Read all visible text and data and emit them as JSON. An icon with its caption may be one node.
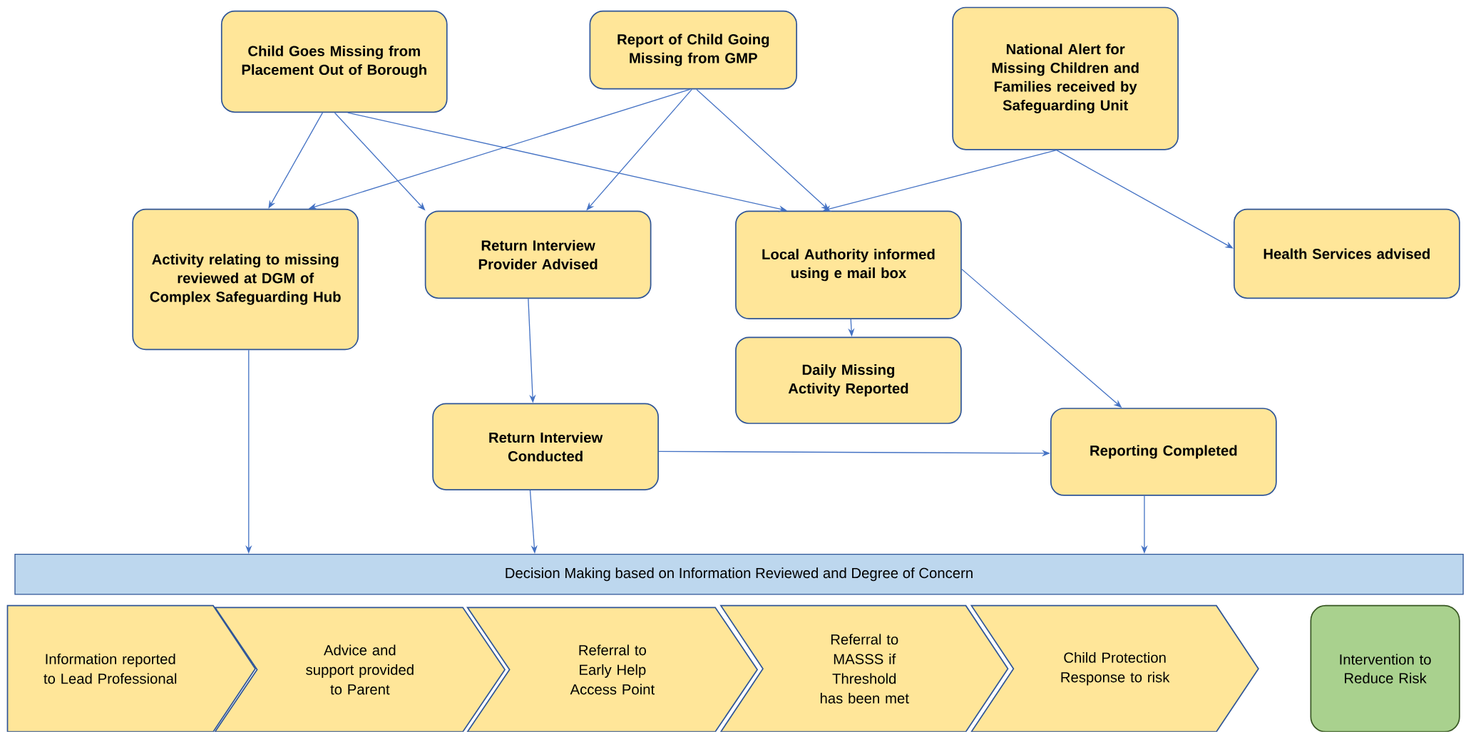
{
  "diagram": {
    "nodes": [
      {
        "text": [
          "Child Goes Missing from Placement Out of Borough"
        ]
      },
      {
        "text": [
          "Report of Child Going Missing from GMP"
        ]
      },
      {
        "text": [
          "National Alert for Missing Children and Families received by Safeguarding Unit"
        ]
      },
      {
        "text": [
          "Activity relating to missing reviewed at DGM of Complex Safeguarding Hub"
        ]
      },
      {
        "text": [
          "Return Interview Provider Advised"
        ]
      },
      {
        "text": [
          "Local Authority informed using e mail box"
        ]
      },
      {
        "text": [
          "Health Services advised"
        ]
      },
      {
        "text": [
          "Daily Missing Activity Reported"
        ]
      },
      {
        "text": [
          "Return Interview Conducted"
        ]
      },
      {
        "text": [
          "Reporting Completed"
        ]
      },
      {
        "text": [
          "Decision Making based on Information Reviewed and Degree of Concern"
        ]
      },
      {
        "text": [
          "Information reported to Lead Professional"
        ]
      },
      {
        "text": [
          "Advice and support provided to Parent"
        ]
      },
      {
        "text": [
          "Referral to Early Help Access Point"
        ]
      },
      {
        "text": [
          "Referral to MASSS if Threshold has been met"
        ]
      },
      {
        "text": [
          "Child Protection Response to risk"
        ]
      },
      {
        "text": [
          "Intervention to Reduce Risk"
        ]
      }
    ],
    "edges": [
      {
        "from": 0,
        "to": 3,
        "arrow": "to"
      },
      {
        "from": 0,
        "to": 4,
        "arrow": "to"
      },
      {
        "from": 0,
        "to": 5,
        "arrow": "to"
      },
      {
        "from": 1,
        "to": 3,
        "arrow": "to"
      },
      {
        "from": 1,
        "to": 4,
        "arrow": "to"
      },
      {
        "from": 1,
        "to": 5,
        "arrow": "to"
      },
      {
        "from": 2,
        "to": 5,
        "arrow": "to"
      },
      {
        "from": 2,
        "to": 6,
        "arrow": "to"
      },
      {
        "from": 5,
        "to": 7,
        "arrow": "to"
      },
      {
        "from": 5,
        "to": 9,
        "arrow": "to"
      },
      {
        "from": 3,
        "to": 10,
        "arrow": "to"
      },
      {
        "from": 4,
        "to": 8,
        "arrow": "to"
      },
      {
        "from": 8,
        "to": 10,
        "arrow": "to"
      },
      {
        "from": 8,
        "to": 9,
        "arrow": "to"
      },
      {
        "from": 9,
        "to": 10,
        "arrow": "to"
      }
    ]
  }
}
